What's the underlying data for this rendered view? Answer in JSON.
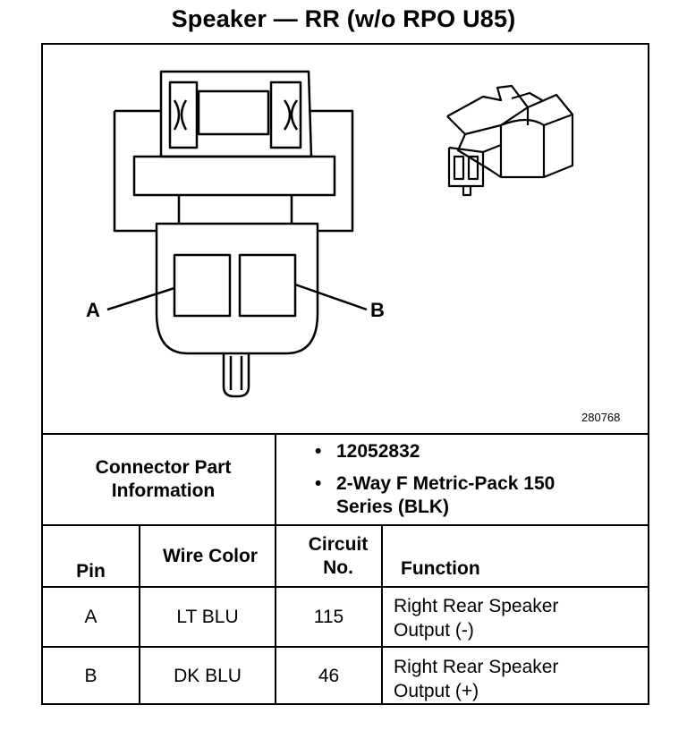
{
  "title": "Speaker — RR (w/o RPO U85)",
  "figure_number": "280768",
  "pin_labels": {
    "a": "A",
    "b": "B"
  },
  "connector_info": {
    "label": "Connector Part Information",
    "part_number": "12052832",
    "description": "2-Way F Metric-Pack 150 Series (BLK)",
    "bullet": "•"
  },
  "table": {
    "headers": {
      "pin": "Pin",
      "wire_color": "Wire Color",
      "circuit": "Circuit No.",
      "function": "Function"
    },
    "rows": [
      {
        "pin": "A",
        "wire_color": "LT BLU",
        "circuit": "115",
        "function": "Right Rear Speaker Output (-)"
      },
      {
        "pin": "B",
        "wire_color": "DK BLU",
        "circuit": "46",
        "function": "Right Rear Speaker Output (+)"
      }
    ]
  }
}
